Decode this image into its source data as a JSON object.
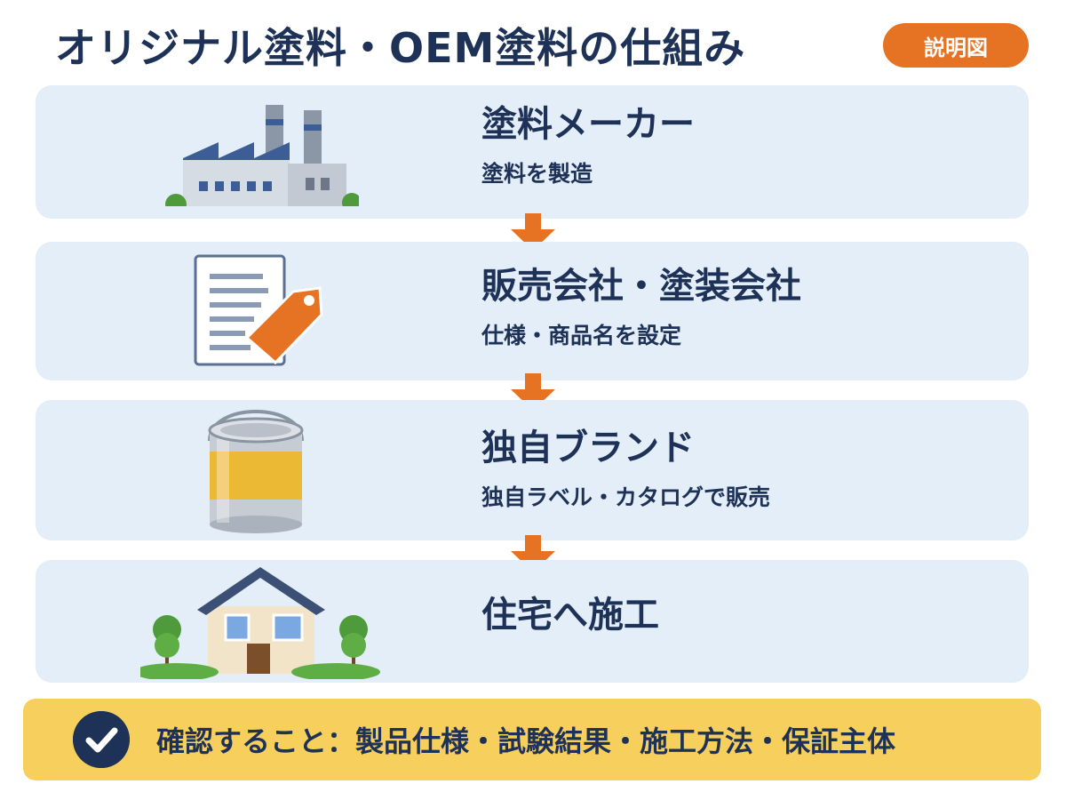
{
  "header": {
    "title": "オリジナル塗料・OEM塗料の仕組み",
    "badge": "説明図"
  },
  "steps": [
    {
      "title": "塗料メーカー",
      "subtitle": "塗料を製造",
      "icon": "factory-icon"
    },
    {
      "title": "販売会社・塗装会社",
      "subtitle": "仕様・商品名を設定",
      "icon": "document-tag-icon"
    },
    {
      "title": "独自ブランド",
      "subtitle": "独自ラベル・カタログで販売",
      "icon": "paint-can-icon"
    },
    {
      "title": "住宅へ施工",
      "subtitle": "",
      "icon": "house-icon"
    }
  ],
  "footer": {
    "icon": "checkmark-icon",
    "text": "確認すること：製品仕様・試験結果・施工方法・保証主体"
  },
  "colors": {
    "navy": "#1e3157",
    "orange": "#e67324",
    "card_bg": "#e3eef8",
    "footer_bg": "#f7cf5d"
  }
}
